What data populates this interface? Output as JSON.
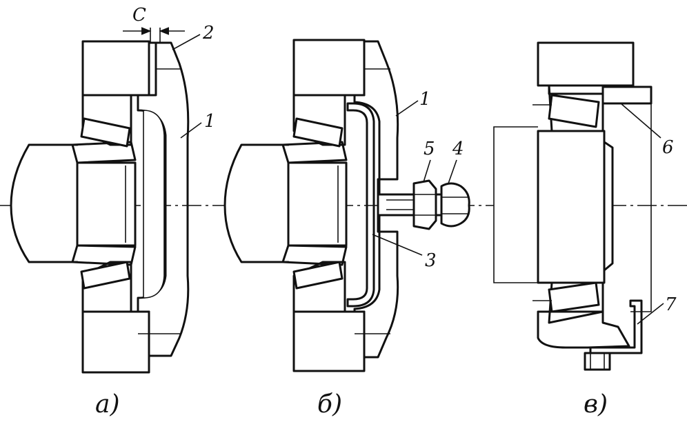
{
  "panels": [
    {
      "caption": "а)",
      "labels": {
        "clearance": "С",
        "part_2": "2",
        "part_1": "1"
      }
    },
    {
      "caption": "б)",
      "labels": {
        "part_1": "1",
        "part_5": "5",
        "part_4": "4",
        "part_3": "3"
      }
    },
    {
      "caption": "в)",
      "labels": {
        "part_6": "6",
        "part_7": "7"
      }
    }
  ]
}
